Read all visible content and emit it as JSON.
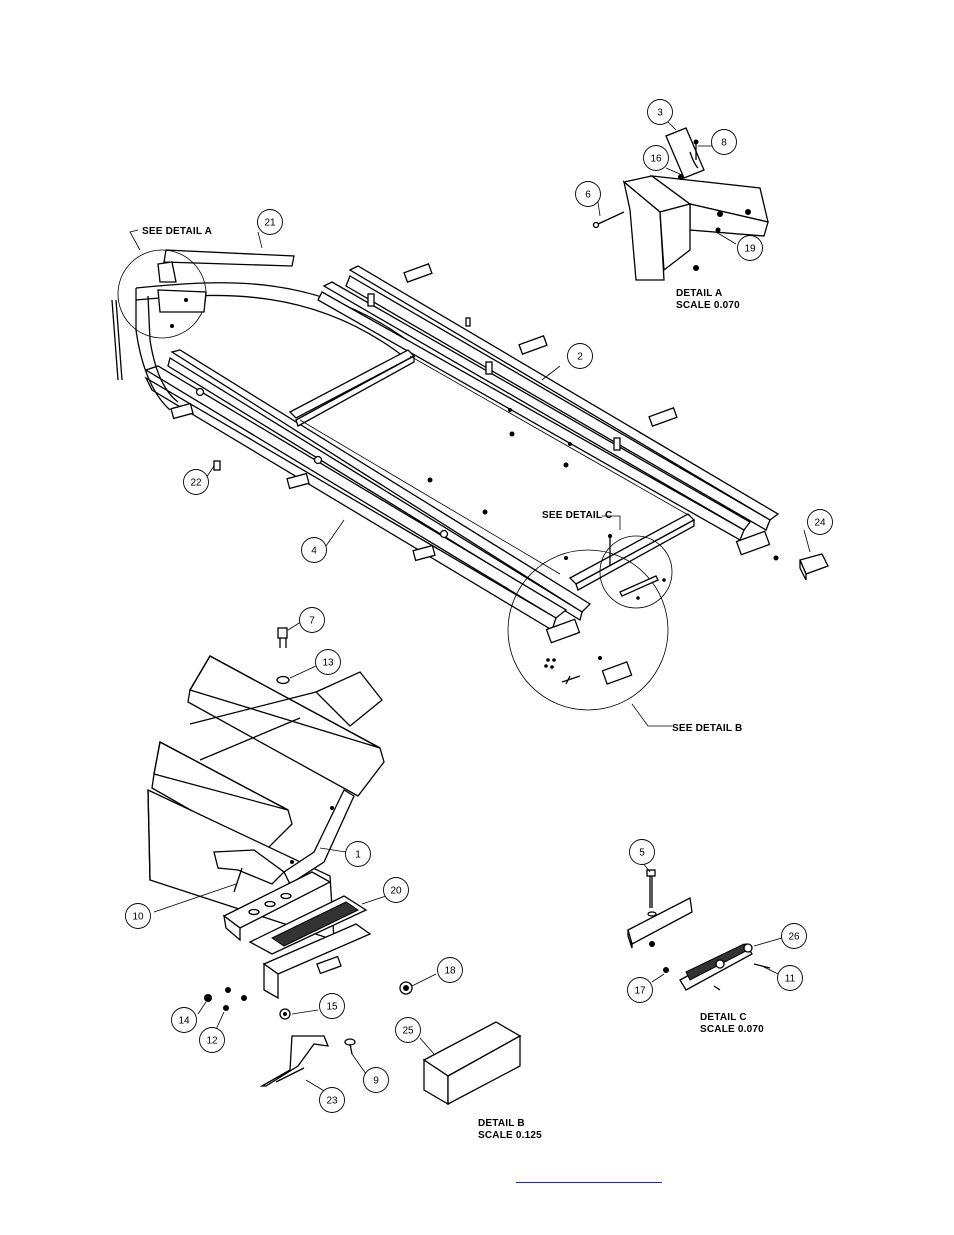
{
  "callouts": [
    "21",
    "2",
    "22",
    "4",
    "24",
    "7",
    "13",
    "1",
    "10",
    "20",
    "18",
    "14",
    "12",
    "15",
    "9",
    "23",
    "25",
    "5",
    "26",
    "11",
    "17",
    "3",
    "8",
    "16",
    "6",
    "19"
  ],
  "labels": {
    "see_detail_a": "SEE DETAIL A",
    "see_detail_b": "SEE DETAIL B",
    "see_detail_c": "SEE DETAIL C",
    "detail_a": "DETAIL A",
    "detail_a_scale": "SCALE 0.070",
    "detail_b": "DETAIL B",
    "detail_b_scale": "SCALE 0.125",
    "detail_c": "DETAIL C",
    "detail_c_scale": "SCALE 0.070"
  }
}
